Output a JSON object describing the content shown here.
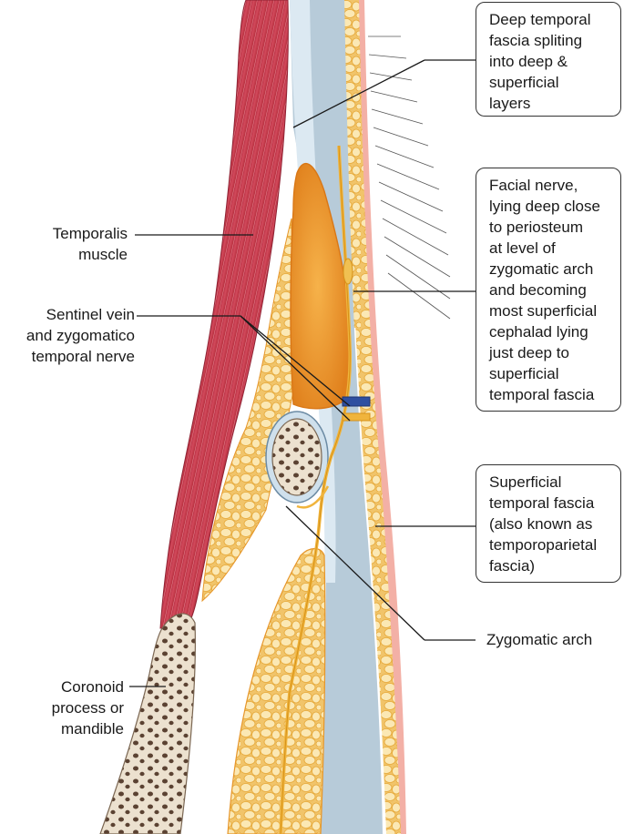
{
  "labels": {
    "temporalis": "Temporalis\nmuscle",
    "sentinel": "Sentinel vein\nand zygomatico\ntemporal nerve",
    "coronoid": "Coronoid\nprocess or\nmandible",
    "deep_fascia": "Deep temporal\nfascia spliting\ninto deep &\nsuperficial\nlayers",
    "facial_nerve": "Facial nerve,\nlying deep close\nto periosteum\nat level of\nzygomatic arch\nand becoming\nmost superficial\ncephalad lying\njust deep to\nsuperficial\ntemporal fascia",
    "superficial_fascia": "Superficial\ntemporal fascia\n(also known as\ntemporoparietal\nfascia)",
    "zygomatic_arch": "Zygomatic arch"
  },
  "colors": {
    "muscle": "#c8374a",
    "fat": "#f3c873",
    "fat_cell": "#fbe7b0",
    "fat_outline": "#e39a2a",
    "fascia": "#b9cddb",
    "fascia_light": "#dbe8f1",
    "bone": "#eadfcf",
    "bone_pores": "#5a4030",
    "nerve": "#f0b43c",
    "vein": "#2f4fa0",
    "skin": "#f0a9a0"
  }
}
